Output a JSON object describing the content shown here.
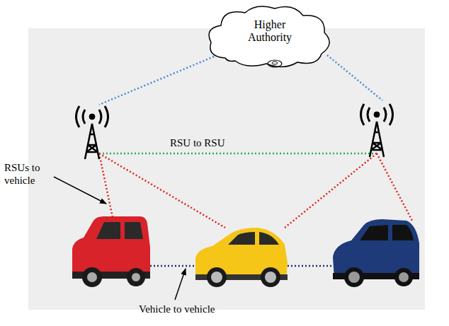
{
  "diagram": {
    "nodes": [
      {
        "text": [
          "Higher Authority"
        ]
      }
    ],
    "labels": [
      "RSU to RSU",
      "RSUs to vehicle",
      "Vehicle to vehicle"
    ]
  }
}
